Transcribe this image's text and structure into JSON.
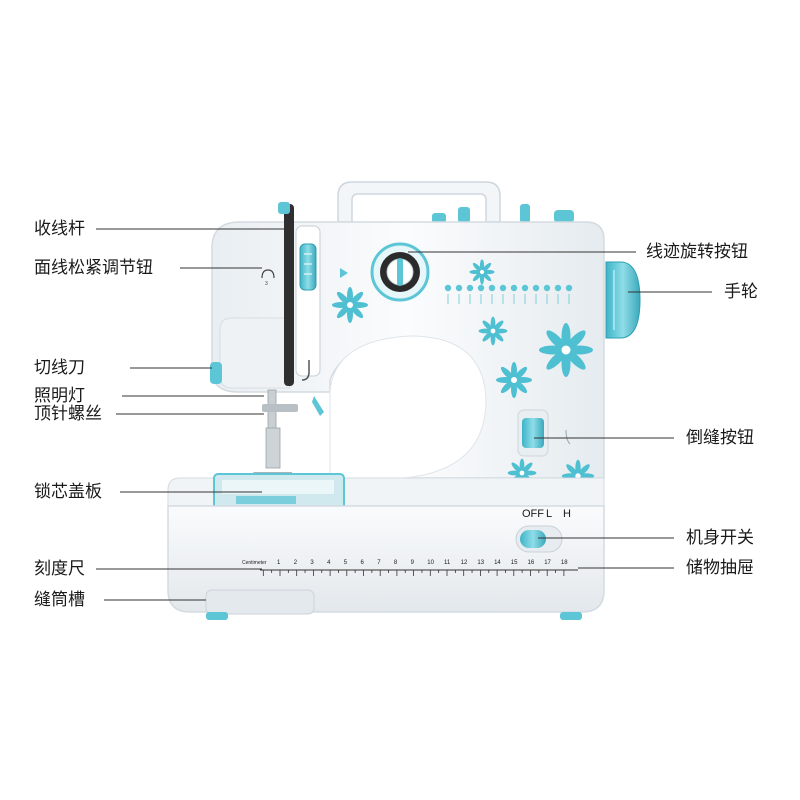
{
  "labels_left": [
    {
      "key": "take_up_lever",
      "text": "收线杆"
    },
    {
      "key": "tension_knob",
      "text": "面线松紧调节钮"
    },
    {
      "key": "thread_cutter",
      "text": "切线刀"
    },
    {
      "key": "light",
      "text": "照明灯"
    },
    {
      "key": "needle_screw",
      "text": "顶针螺丝"
    },
    {
      "key": "bobbin_cover",
      "text": "锁芯盖板"
    },
    {
      "key": "scale_ruler",
      "text": "刻度尺"
    },
    {
      "key": "sleeve_slot",
      "text": "缝筒槽"
    }
  ],
  "labels_right": [
    {
      "key": "stitch_dial",
      "text": "线迹旋转按钮"
    },
    {
      "key": "handwheel",
      "text": "手轮"
    },
    {
      "key": "reverse_button",
      "text": "倒缝按钮"
    },
    {
      "key": "power_switch",
      "text": "机身开关"
    },
    {
      "key": "drawer",
      "text": "储物抽屉"
    }
  ],
  "switch": {
    "off": "OFF",
    "low": "L",
    "high": "H"
  },
  "ruler": {
    "unit_label": "Centimeter",
    "ticks": [
      "1",
      "2",
      "3",
      "4",
      "5",
      "6",
      "7",
      "8",
      "9",
      "10",
      "11",
      "12",
      "13",
      "14",
      "15",
      "16",
      "17",
      "18"
    ]
  },
  "colors": {
    "accent": "#5cc6d6",
    "accent_dark": "#2e9fb3",
    "body": "#f4f6f8",
    "line": "#333333"
  },
  "icons": [
    "flower-icon",
    "stitch-pattern-icon",
    "play-arrow-icon"
  ]
}
